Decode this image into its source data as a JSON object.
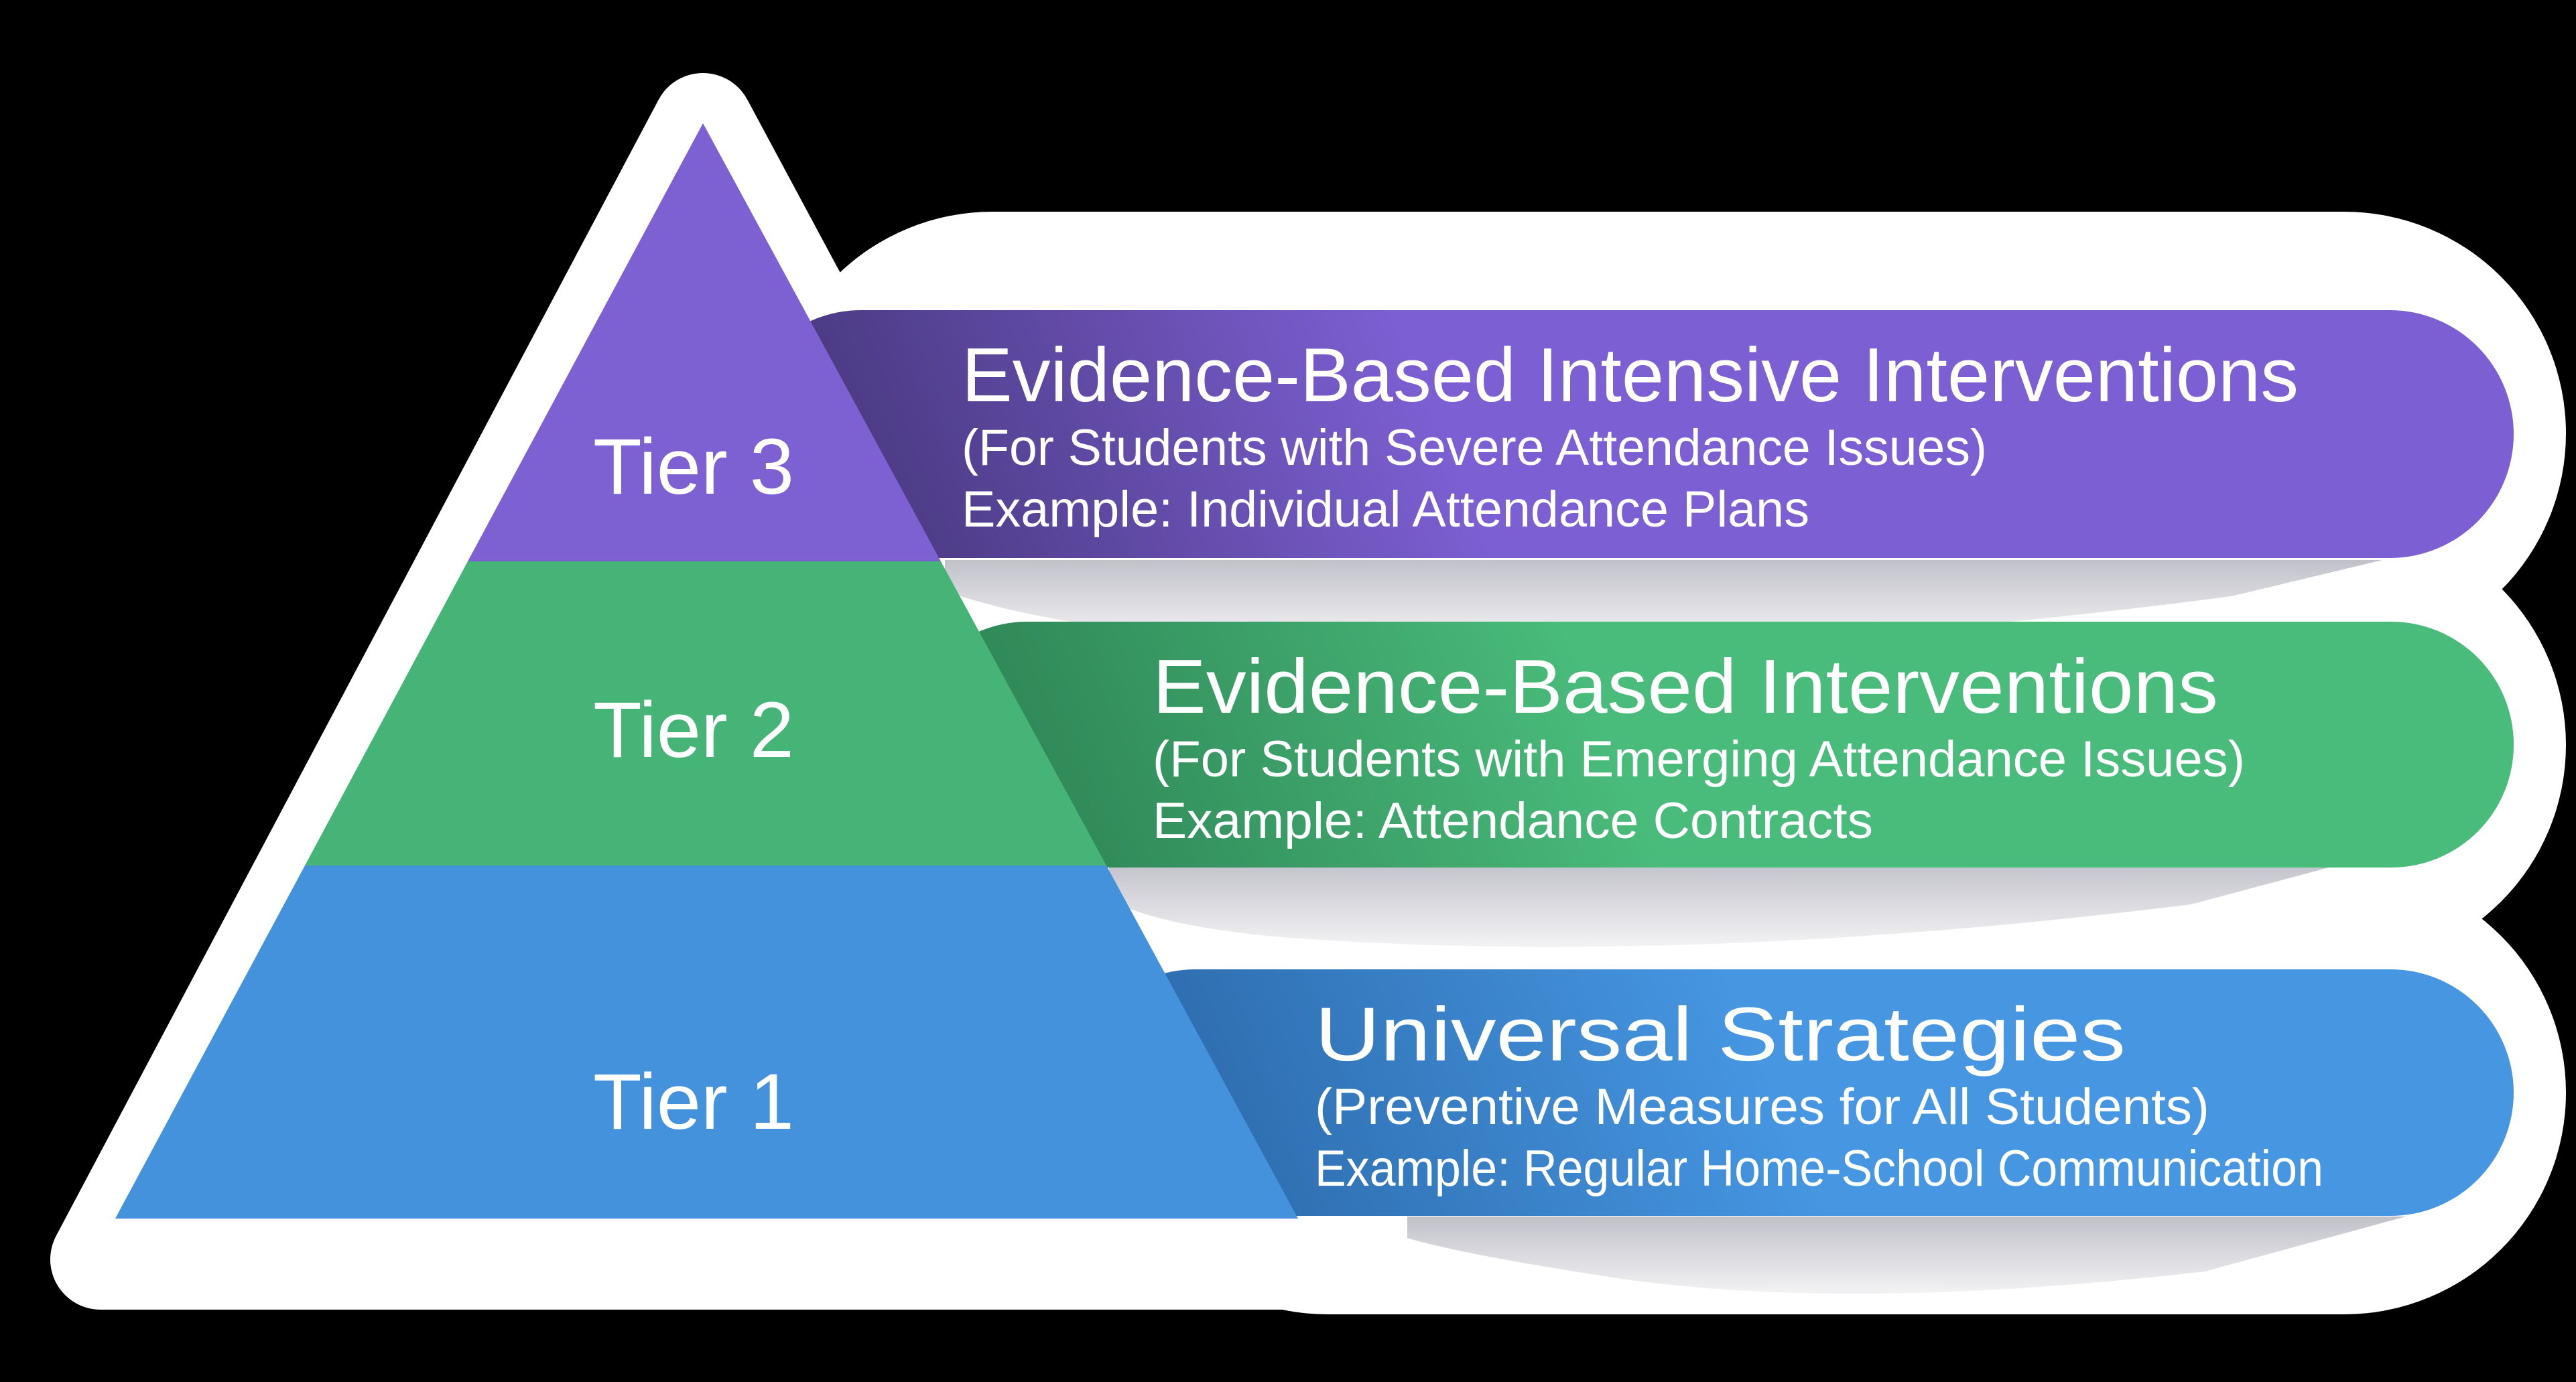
{
  "diagram": {
    "description": "Three-tier pyramid of attendance intervention strategies",
    "colors": {
      "background": "#000000",
      "outline": "#FFFFFF",
      "text": "#FFFFFF",
      "shadow": "#32304E",
      "tier3_front": "#7D60D1",
      "tier3_banner": "#7C5FD2",
      "tier3_banner_dark": "#4A3A82",
      "tier2_front": "#46B476",
      "tier2_banner": "#49BB7A",
      "tier2_banner_dark": "#2F8757",
      "tier1_front": "#4592DC",
      "tier1_banner": "#4696E2",
      "tier1_banner_dark": "#2D6CAD"
    },
    "tiers": [
      {
        "label": "Tier 3",
        "title": "Evidence-Based Intensive Interventions",
        "subtitle": "(For Students with Severe Attendance Issues)",
        "example": "Example: Individual Attendance Plans"
      },
      {
        "label": "Tier 2",
        "title": "Evidence-Based Interventions",
        "subtitle": "(For Students with Emerging Attendance Issues)",
        "example": "Example: Attendance Contracts"
      },
      {
        "label": "Tier 1",
        "title": "Universal Strategies",
        "subtitle": "(Preventive Measures for All Students)",
        "example": "Example: Regular Home-School Communication"
      }
    ]
  }
}
